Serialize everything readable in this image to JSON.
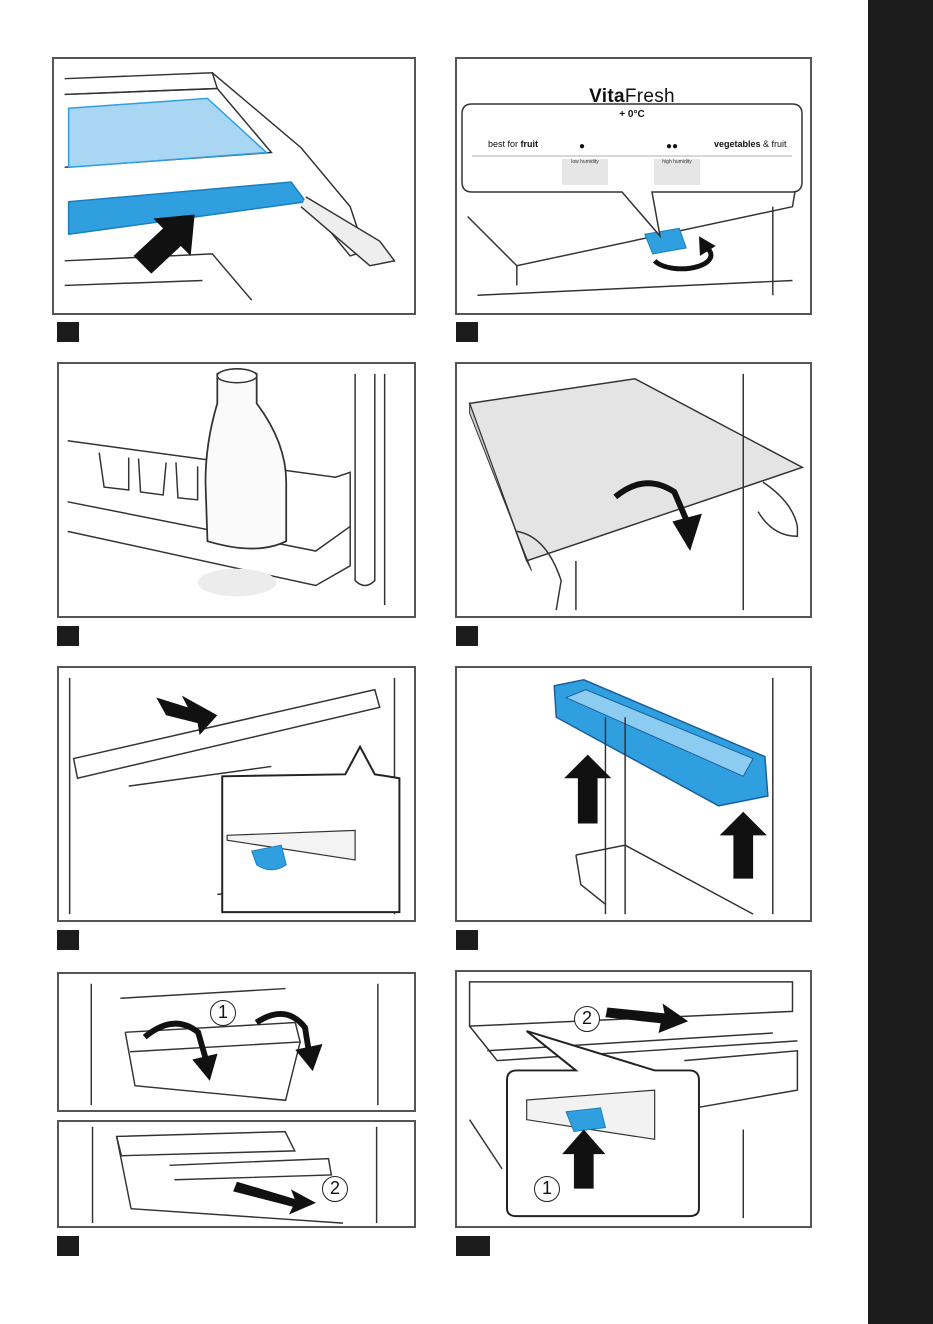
{
  "vitafresh": {
    "title_bold": "Vita",
    "title_regular": "Fresh",
    "temperature": "+ 0°C",
    "left_label_prefix": "best for ",
    "left_label_bold": "fruit",
    "left_humidity": "low humidity",
    "right_label_bold": "vegetables",
    "right_label_suffix": " & fruit",
    "right_humidity": "high humidity"
  },
  "callouts": {
    "drawer_tilt_step": "1",
    "drawer_pull_step": "2",
    "shelf_pull_step": "2",
    "shelf_push_step": "1"
  },
  "colors": {
    "highlight_blue": "#2f9fe0",
    "highlight_blue_light": "#a9d6f2",
    "arrow_black": "#111111",
    "step_marker": "#1c1c1c",
    "frame_gray": "#555555"
  }
}
